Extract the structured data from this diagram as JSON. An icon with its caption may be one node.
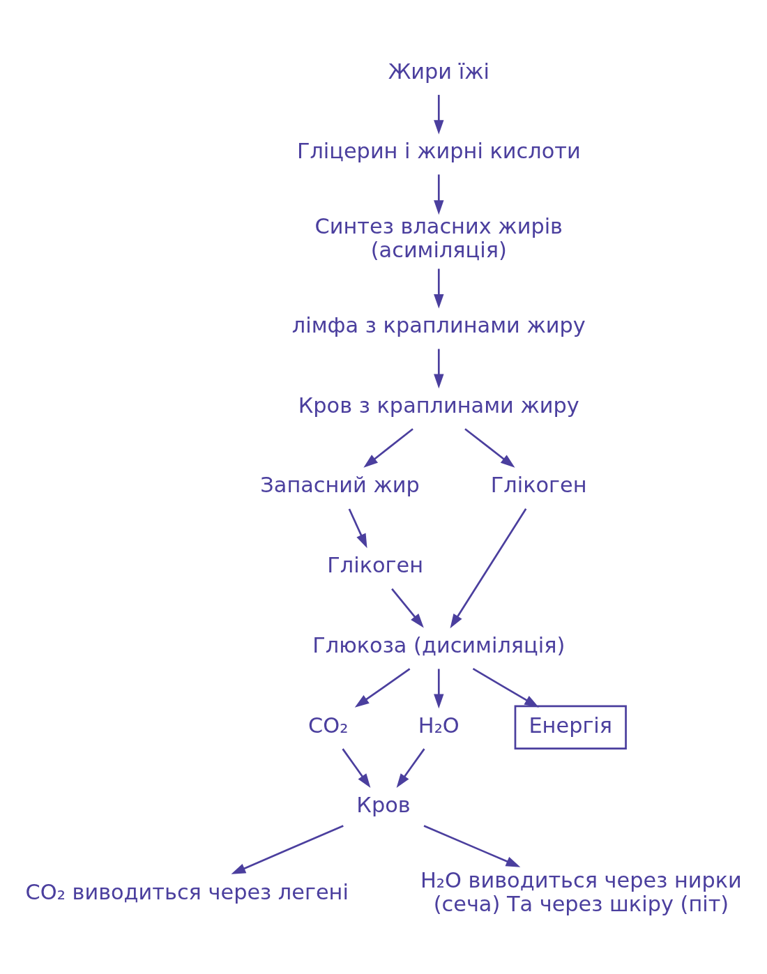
{
  "diagram": {
    "nodes": [
      {
        "text": [
          "Жири їжі"
        ]
      },
      {
        "text": [
          "Гліцерин і жирні кислоти"
        ]
      },
      {
        "text": [
          "Синтез власних жирів (асиміляція)"
        ]
      },
      {
        "text": [
          "лімфа з краплинами жиру"
        ]
      },
      {
        "text": [
          "Кров з краплинами жиру"
        ]
      },
      {
        "text": [
          "Запасний жир"
        ]
      },
      {
        "text": [
          "Глікоген"
        ]
      },
      {
        "text": [
          "Глікоген"
        ]
      },
      {
        "text": [
          "Глюкоза (дисиміляція)"
        ]
      },
      {
        "text": [
          "CO₂"
        ]
      },
      {
        "text": [
          "H₂O"
        ]
      },
      {
        "text": [
          "Енергія"
        ]
      },
      {
        "text": [
          "Кров"
        ]
      },
      {
        "text": [
          "CO₂ виводиться через легені"
        ]
      },
      {
        "text": [
          "H₂O виводиться через нирки (сеча) Та через шкіру (піт)"
        ]
      }
    ],
    "edges": [
      {
        "from": 0,
        "to": 1,
        "arrow": "to"
      },
      {
        "from": 1,
        "to": 2,
        "arrow": "to"
      },
      {
        "from": 2,
        "to": 3,
        "arrow": "to"
      },
      {
        "from": 3,
        "to": 4,
        "arrow": "to"
      },
      {
        "from": 4,
        "to": 5,
        "arrow": "to"
      },
      {
        "from": 4,
        "to": 6,
        "arrow": "to"
      },
      {
        "from": 5,
        "to": 7,
        "arrow": "to"
      },
      {
        "from": 7,
        "to": 8,
        "arrow": "to"
      },
      {
        "from": 6,
        "to": 8,
        "arrow": "to"
      },
      {
        "from": 8,
        "to": 9,
        "arrow": "to"
      },
      {
        "from": 8,
        "to": 10,
        "arrow": "to"
      },
      {
        "from": 8,
        "to": 11,
        "arrow": "to"
      },
      {
        "from": 9,
        "to": 12,
        "arrow": "to"
      },
      {
        "from": 10,
        "to": 12,
        "arrow": "to"
      },
      {
        "from": 12,
        "to": 13,
        "arrow": "to"
      },
      {
        "from": 12,
        "to": 14,
        "arrow": "to"
      }
    ]
  }
}
